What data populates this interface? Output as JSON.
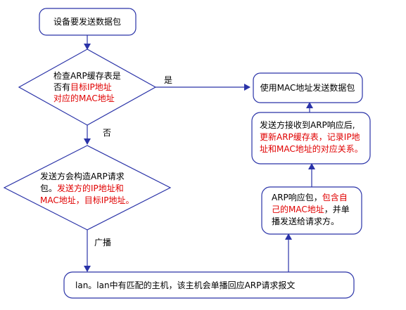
{
  "nodes": {
    "start": {
      "text": "设备要发送数据包"
    },
    "check_cache": {
      "line1": "检查ARP缓存表是",
      "line2_black": "否有",
      "line2_red": "目标IP地址",
      "line3_red": "对应的MAC地址"
    },
    "send_mac": {
      "text": "使用MAC地址发送数据包"
    },
    "update_cache": {
      "line1": "发送方接收到ARP响应后,",
      "line2": "更新ARP缓存表，记录IP地",
      "line3": "址和MAC地址的对应关系。"
    },
    "build_request": {
      "line1": "发送方会构造ARP请求",
      "line2_black": "包。",
      "line2_red": "发送方的IP地址和",
      "line3_red": "MAC地址，目标IP地址。"
    },
    "arp_reply": {
      "line1_black": "ARP响应包，",
      "line1_red": "包含自",
      "line2_red": "己的MAC地址",
      "line2_black": "，并单",
      "line3": "播发送给请求方。"
    },
    "lan": {
      "text": "lan。lan中有匹配的主机，该主机会单播回应ARP请求报文"
    }
  },
  "edge_labels": {
    "yes": "是",
    "no": "否",
    "broadcast": "广播"
  },
  "colors": {
    "outline": "#2a33a8",
    "highlight_text": "#e00000",
    "text": "#000000"
  }
}
